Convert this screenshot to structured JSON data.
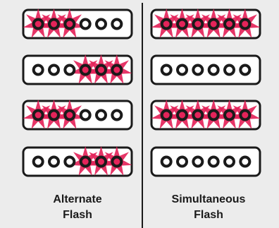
{
  "colors": {
    "background": "#ececec",
    "outline": "#1a1a1a",
    "light_fill": "#ffffff",
    "flash": "#e4245a"
  },
  "panels": [
    {
      "caption_lines": [
        "Alternate",
        "Flash"
      ],
      "rows": [
        {
          "lights": 6,
          "flashing": [
            0,
            1,
            2
          ]
        },
        {
          "lights": 6,
          "flashing": [
            3,
            4,
            5
          ]
        },
        {
          "lights": 6,
          "flashing": [
            0,
            1,
            2
          ]
        },
        {
          "lights": 6,
          "flashing": [
            3,
            4,
            5
          ]
        }
      ]
    },
    {
      "caption_lines": [
        "Simultaneous",
        "Flash"
      ],
      "rows": [
        {
          "lights": 6,
          "flashing": [
            0,
            1,
            2,
            3,
            4,
            5
          ]
        },
        {
          "lights": 6,
          "flashing": []
        },
        {
          "lights": 6,
          "flashing": [
            0,
            1,
            2,
            3,
            4,
            5
          ]
        },
        {
          "lights": 6,
          "flashing": []
        }
      ]
    }
  ]
}
